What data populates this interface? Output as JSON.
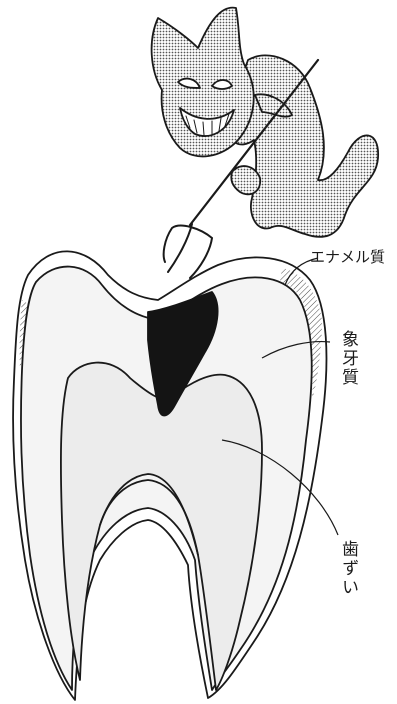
{
  "labels": {
    "enamel": "エナメル質",
    "dentin": "象牙質",
    "pulp": "歯ずい"
  },
  "colors": {
    "ink": "#1a1a1a",
    "paper": "#ffffff",
    "dentin": "#f4f4f4",
    "pulp": "#ececec",
    "cavity": "#141414",
    "devil": "#c8c8c8"
  },
  "illustration": {
    "figure": "devil-with-pitchfork",
    "subject": "molar-cross-section"
  }
}
